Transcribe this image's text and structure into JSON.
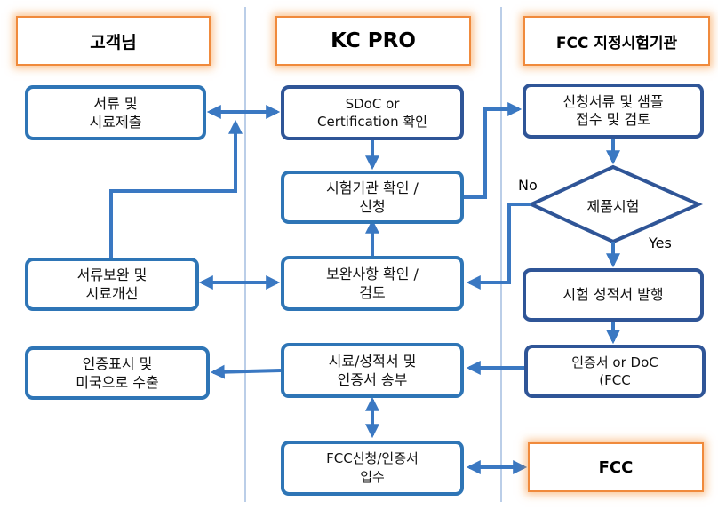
{
  "headers": {
    "customer": "고객님",
    "kcpro": "KC PRO",
    "fcc_lab": "FCC 지정시험기관"
  },
  "customer_col": {
    "submit": [
      "서류 및",
      "시료제출"
    ],
    "supplement": [
      "서류보완 및",
      "시료개선"
    ],
    "export": [
      "인증표시 및",
      "미국으로 수출"
    ]
  },
  "kcpro_col": {
    "confirm_type": [
      "SDoC or",
      "Certification 확인"
    ],
    "lab_apply": [
      "시험기관 확인 /",
      "신청"
    ],
    "fix_review": [
      "보완사항 확인 /",
      "검토"
    ],
    "send_docs": [
      "시료/성적서 및",
      "인증서 송부"
    ],
    "fcc_apply": [
      "FCC신청/인증서",
      "입수"
    ]
  },
  "lab_col": {
    "receive": [
      "신청서류 및 샘플",
      "접수 및 검토"
    ],
    "product_test": "제품시험",
    "report": "시험 성적서 발행",
    "certificate": [
      "인증서 or DoC",
      "(FCC"
    ],
    "fcc": "FCC"
  },
  "decision_labels": {
    "no": "No",
    "yes": "Yes"
  },
  "colors": {
    "arrow": "#3a78c2",
    "box_border": "#2e75b6",
    "box_border_dark": "#2f5597",
    "header_border": "#f08a3c",
    "divider": "#8eaed8"
  }
}
